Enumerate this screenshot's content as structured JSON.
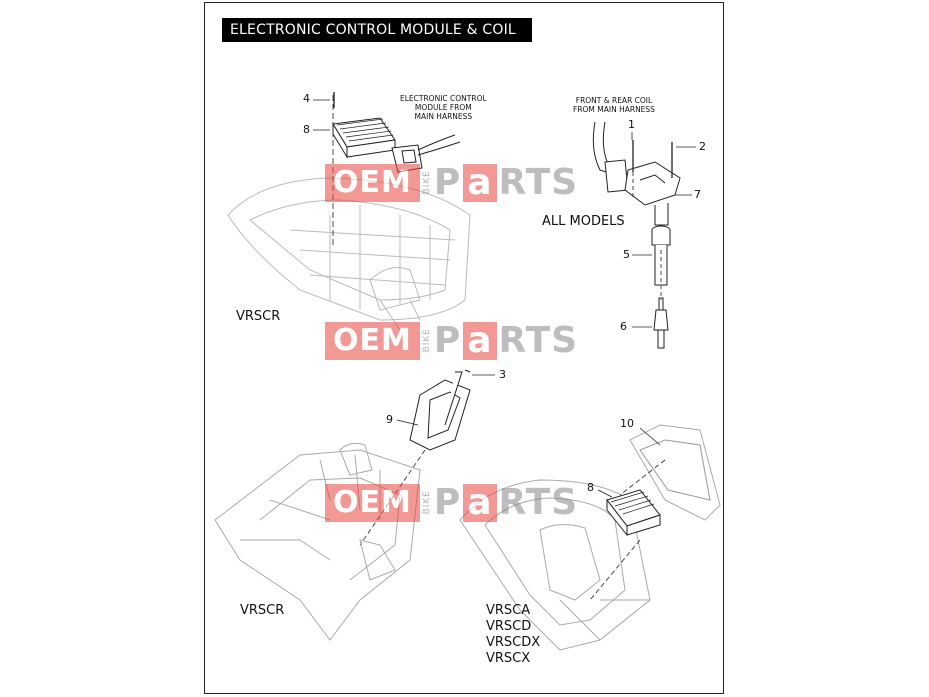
{
  "title": "ELECTRONIC CONTROL MODULE & COIL",
  "notes": {
    "ecm": "ELECTRONIC CONTROL\nMODULE FROM\nMAIN HARNESS",
    "coil": "FRONT & REAR COIL\nFROM MAIN HARNESS"
  },
  "labels": {
    "all_models": "ALL MODELS",
    "vrscr_top": "VRSCR",
    "vrscr_bottom": "VRSCR",
    "vrsca_group": [
      "VRSCA",
      "VRSCD",
      "VRSCDX",
      "VRSCX"
    ]
  },
  "callouts": [
    "4",
    "8",
    "1",
    "2",
    "7",
    "5",
    "6",
    "3",
    "9",
    "10",
    "8"
  ],
  "watermark": {
    "oem": "OEM",
    "bike": "BIKE",
    "p": "P",
    "a": "a",
    "rts": "RTS"
  },
  "colors": {
    "watermark_red": "#e8473f",
    "line": "#222222",
    "faint": "#aaaaaa"
  }
}
